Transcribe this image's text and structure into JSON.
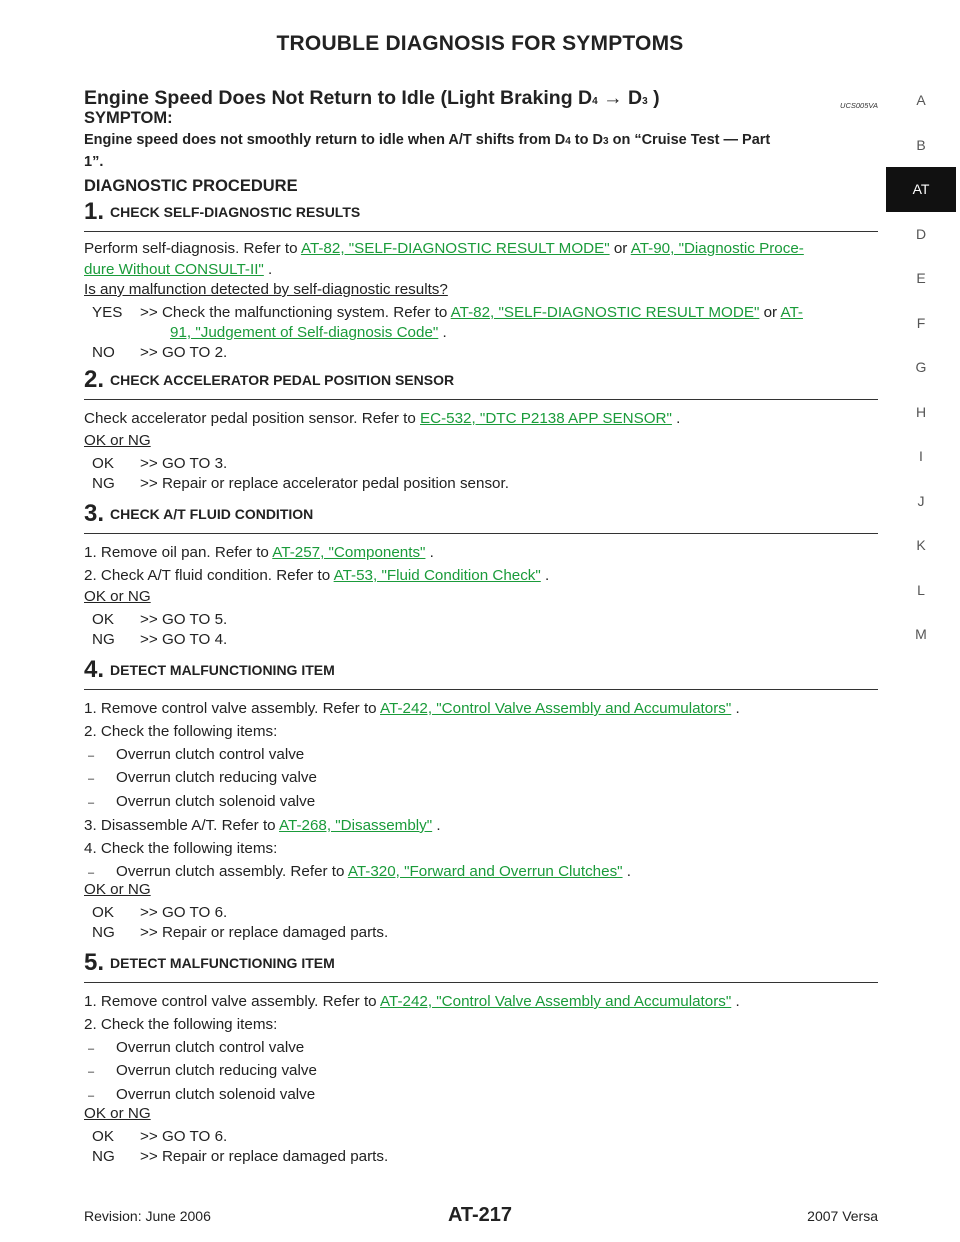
{
  "header": {
    "title": "TROUBLE DIAGNOSIS FOR SYMPTOMS"
  },
  "side_tabs": [
    "A",
    "B",
    "AT",
    "D",
    "E",
    "F",
    "G",
    "H",
    "I",
    "J",
    "K",
    "L",
    "M"
  ],
  "active_tab": "AT",
  "section": {
    "title_a": "Engine Speed Does Not Return to Idle (Light Braking D",
    "sub_a": "4",
    "arrow": " → D",
    "sub_b": "3",
    "title_end": " )",
    "code": "UCS005VA"
  },
  "symptom": {
    "label": "SYMPTOM:",
    "text_a": "Engine speed does not smoothly return to idle when A/T shifts from D",
    "sub_a": "4",
    "text_b": " to D",
    "sub_b": "3",
    "text_c": " on “Cruise Test — Part",
    "text_d": "1”."
  },
  "procedure": "DIAGNOSTIC PROCEDURE",
  "s1": {
    "num": "1.",
    "title": "CHECK SELF-DIAGNOSTIC RESULTS",
    "p1a": "Perform self-diagnosis. Refer to ",
    "l1": "AT-82, \"SELF-DIAGNOSTIC RESULT MODE\"",
    "p1b": " or ",
    "l2a": "AT-90, \"Diagnostic Proce-",
    "l2b": "dure Without CONSULT-II\"",
    "p1c": " .",
    "q": "Is any malfunction detected by self-diagnostic results?",
    "yes_k": "YES",
    "yes_a": ">> Check the malfunctioning system. Refer to ",
    "yes_l1": "AT-82, \"SELF-DIAGNOSTIC RESULT MODE\"",
    "yes_b": " or ",
    "yes_l2a": "AT-",
    "yes_l2b": "91, \"Judgement of Self-diagnosis Code\"",
    "yes_c": " .",
    "no_k": "NO",
    "no_v": ">> GO TO 2."
  },
  "s2": {
    "num": "2.",
    "title": "CHECK ACCELERATOR PEDAL POSITION SENSOR",
    "p_a": "Check accelerator pedal position sensor. Refer to ",
    "l": "EC-532, \"DTC P2138 APP SENSOR\"",
    "p_b": " .",
    "q": "OK or NG",
    "ok_k": "OK",
    "ok_v": ">> GO TO 3.",
    "ng_k": "NG",
    "ng_v": ">> Repair or replace accelerator pedal position sensor."
  },
  "s3": {
    "num": "3.",
    "title": "CHECK A/T FLUID CONDITION",
    "i1a": "1.   Remove oil pan. Refer to ",
    "l1": "AT-257, \"Components\"",
    "i1b": " .",
    "i2a": "2.   Check A/T fluid condition. Refer to ",
    "l2": "AT-53, \"Fluid Condition Check\"",
    "i2b": " .",
    "q": "OK or NG",
    "ok_k": "OK",
    "ok_v": ">> GO TO 5.",
    "ng_k": "NG",
    "ng_v": ">> GO TO 4."
  },
  "s4": {
    "num": "4.",
    "title": "DETECT MALFUNCTIONING ITEM",
    "i1a": "1.   Remove control valve assembly. Refer to ",
    "l1": "AT-242, \"Control Valve Assembly and Accumulators\"",
    "i1b": " .",
    "i2": "2.   Check the following items:",
    "d1": "Overrun clutch control valve",
    "d2": "Overrun clutch reducing valve",
    "d3": "Overrun clutch solenoid valve",
    "i3a": "3.   Disassemble A/T. Refer to ",
    "l3": "AT-268, \"Disassembly\"",
    "i3b": " .",
    "i4": "4.   Check the following items:",
    "d4a": "Overrun clutch assembly. Refer to ",
    "l4": "AT-320, \"Forward and Overrun Clutches\"",
    "d4b": " .",
    "q": "OK or NG",
    "ok_k": "OK",
    "ok_v": ">> GO TO 6.",
    "ng_k": "NG",
    "ng_v": ">> Repair or replace damaged parts."
  },
  "s5": {
    "num": "5.",
    "title": "DETECT MALFUNCTIONING ITEM",
    "i1a": "1.   Remove control valve assembly. Refer to ",
    "l1": "AT-242, \"Control Valve Assembly and Accumulators\"",
    "i1b": " .",
    "i2": "2.   Check the following items:",
    "d1": "Overrun clutch control valve",
    "d2": "Overrun clutch reducing valve",
    "d3": "Overrun clutch solenoid valve",
    "q": "OK or NG",
    "ok_k": "OK",
    "ok_v": ">> GO TO 6.",
    "ng_k": "NG",
    "ng_v": ">> Repair or replace damaged parts."
  },
  "dash_glyph": "–",
  "footer": {
    "revision": "Revision: June 2006",
    "page": "AT-217",
    "model": "2007 Versa"
  }
}
